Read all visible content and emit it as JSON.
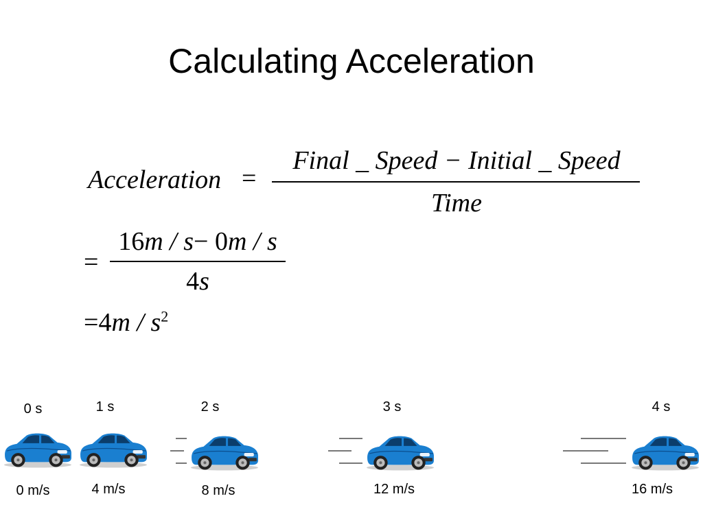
{
  "slide": {
    "title": "Calculating Acceleration"
  },
  "formula": {
    "lhs": "Acceleration",
    "eq": "=",
    "numerator": "Final _ Speed − Initial _ Speed",
    "denominator": "Time",
    "step1_num_a": "16",
    "step1_num_b": "m / s",
    "step1_num_c": "− 0",
    "step1_num_d": "m / s",
    "step1_den_a": "4",
    "step1_den_b": "s",
    "step2_a": "4",
    "step2_b": "m / s",
    "step2_exp": "2"
  },
  "cars": [
    {
      "time": "0 s",
      "speed": "0 m/s"
    },
    {
      "time": "1 s",
      "speed": "4 m/s"
    },
    {
      "time": "2 s",
      "speed": "8 m/s"
    },
    {
      "time": "3 s",
      "speed": "12 m/s"
    },
    {
      "time": "4 s",
      "speed": "16 m/s"
    }
  ],
  "colors": {
    "car_body": "#1a7fd0",
    "car_dark": "#0b4f8f"
  }
}
